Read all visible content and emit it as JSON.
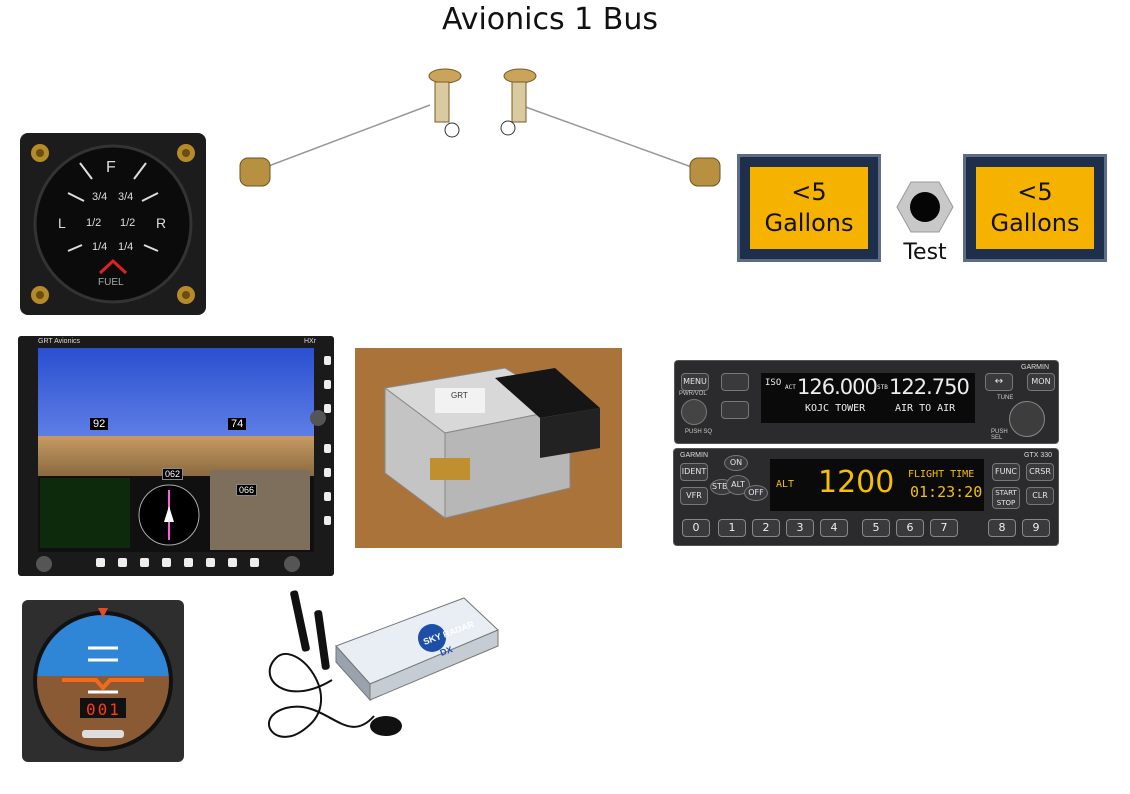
{
  "title": "Avionics 1 Bus",
  "fuel_gauge": {
    "top_label": "F",
    "marks": [
      "3/4",
      "3/4",
      "1/2",
      "1/2",
      "1/4",
      "1/4"
    ],
    "left_label": "L",
    "right_label": "R",
    "bottom_label": "FUEL"
  },
  "low_fuel_lights": [
    {
      "line1": "<5",
      "line2": "Gallons"
    },
    {
      "line1": "<5",
      "line2": "Gallons"
    }
  ],
  "test_button_label": "Test",
  "efis": {
    "brand": "GRT Avionics",
    "model": "HXr",
    "heading": "062",
    "track": "066",
    "altitude": "74",
    "speed": "92"
  },
  "data_box": {
    "label": "GRT"
  },
  "comm_radio": {
    "brand": "GARMIN",
    "menu_label": "MENU",
    "mode_label": "MON",
    "pwr_label": "PWR/VOL",
    "push_sq_label": "PUSH SQ",
    "tune_label": "TUNE",
    "push_sel_label": "PUSH SEL",
    "iso_label": "ISO",
    "act_label": "ACT",
    "active_freq": "126.000",
    "stb_label": "STB",
    "standby_freq": "122.750",
    "active_name": "KOJC TOWER",
    "standby_name": "AIR TO AIR"
  },
  "transponder": {
    "brand": "GARMIN",
    "model": "GTX 330",
    "ident_label": "IDENT",
    "vfr_label": "VFR",
    "on_label": "ON",
    "alt_btn_label": "ALT",
    "stby_label": "STBY",
    "off_label": "OFF",
    "mode": "ALT",
    "code": "1200",
    "timer_label": "FLIGHT TIME",
    "timer": "01:23:20",
    "func_label": "FUNC",
    "crsr_label": "CRSR",
    "start_label": "START STOP",
    "clr_label": "CLR",
    "keys": [
      "0",
      "1",
      "2",
      "3",
      "4",
      "5",
      "6",
      "7",
      "8",
      "9"
    ]
  },
  "attitude_indicator": {
    "readout": "001"
  },
  "adsb_receiver": {
    "brand": "SKY RADAR",
    "model": "DX"
  }
}
